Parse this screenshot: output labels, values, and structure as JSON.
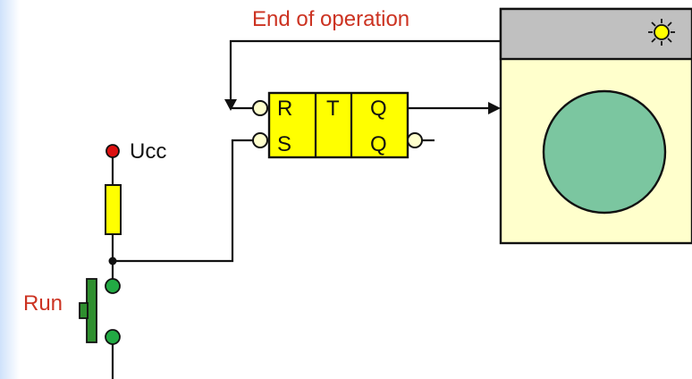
{
  "diagram": {
    "feedback_label": "End of operation",
    "supply_label": "Ucc",
    "run_label": "Run",
    "flipflop": {
      "r_label": "R",
      "s_label": "S",
      "t_label": "T",
      "q_label": "Q",
      "qbar_label": "Q"
    },
    "washer": {
      "indicator_icon": "sun-icon"
    }
  },
  "colors": {
    "label_red": "#cc3322",
    "flipflop_yellow": "#ffff00",
    "resistor_yellow": "#ffff00",
    "terminal_green": "#22aa44",
    "supply_terminal_red": "#dd1111",
    "button_green": "#2f8f2f",
    "washer_body": "#ffffcc",
    "washer_panel": "#c0c0c0",
    "washer_window": "#7bc6a0",
    "background_left": "#d7e7fb"
  }
}
